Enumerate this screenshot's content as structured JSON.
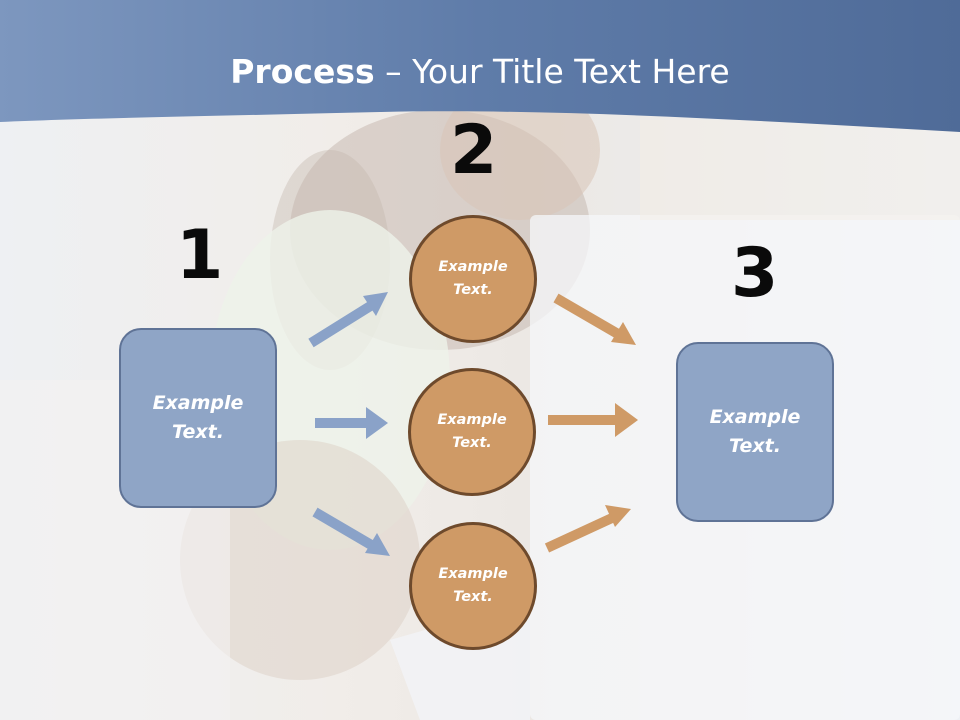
{
  "title": {
    "bold": "Process",
    "rest": " – Your Title Text Here"
  },
  "steps": {
    "one": "1",
    "two": "2",
    "three": "3"
  },
  "nodes": {
    "left_box": "Example Text.",
    "circle_top": "Example Text.",
    "circle_middle": "Example Text.",
    "circle_bottom": "Example Text.",
    "right_box": "Example Text."
  },
  "colors": {
    "header_blue": "#5a78a6",
    "box_fill": "#8fa5c6",
    "box_border": "#5f7396",
    "circle_fill": "#cf9a66",
    "circle_border": "#6e4a2c",
    "arrow_blue": "#8aa2c8",
    "arrow_orange": "#cf9a66"
  }
}
